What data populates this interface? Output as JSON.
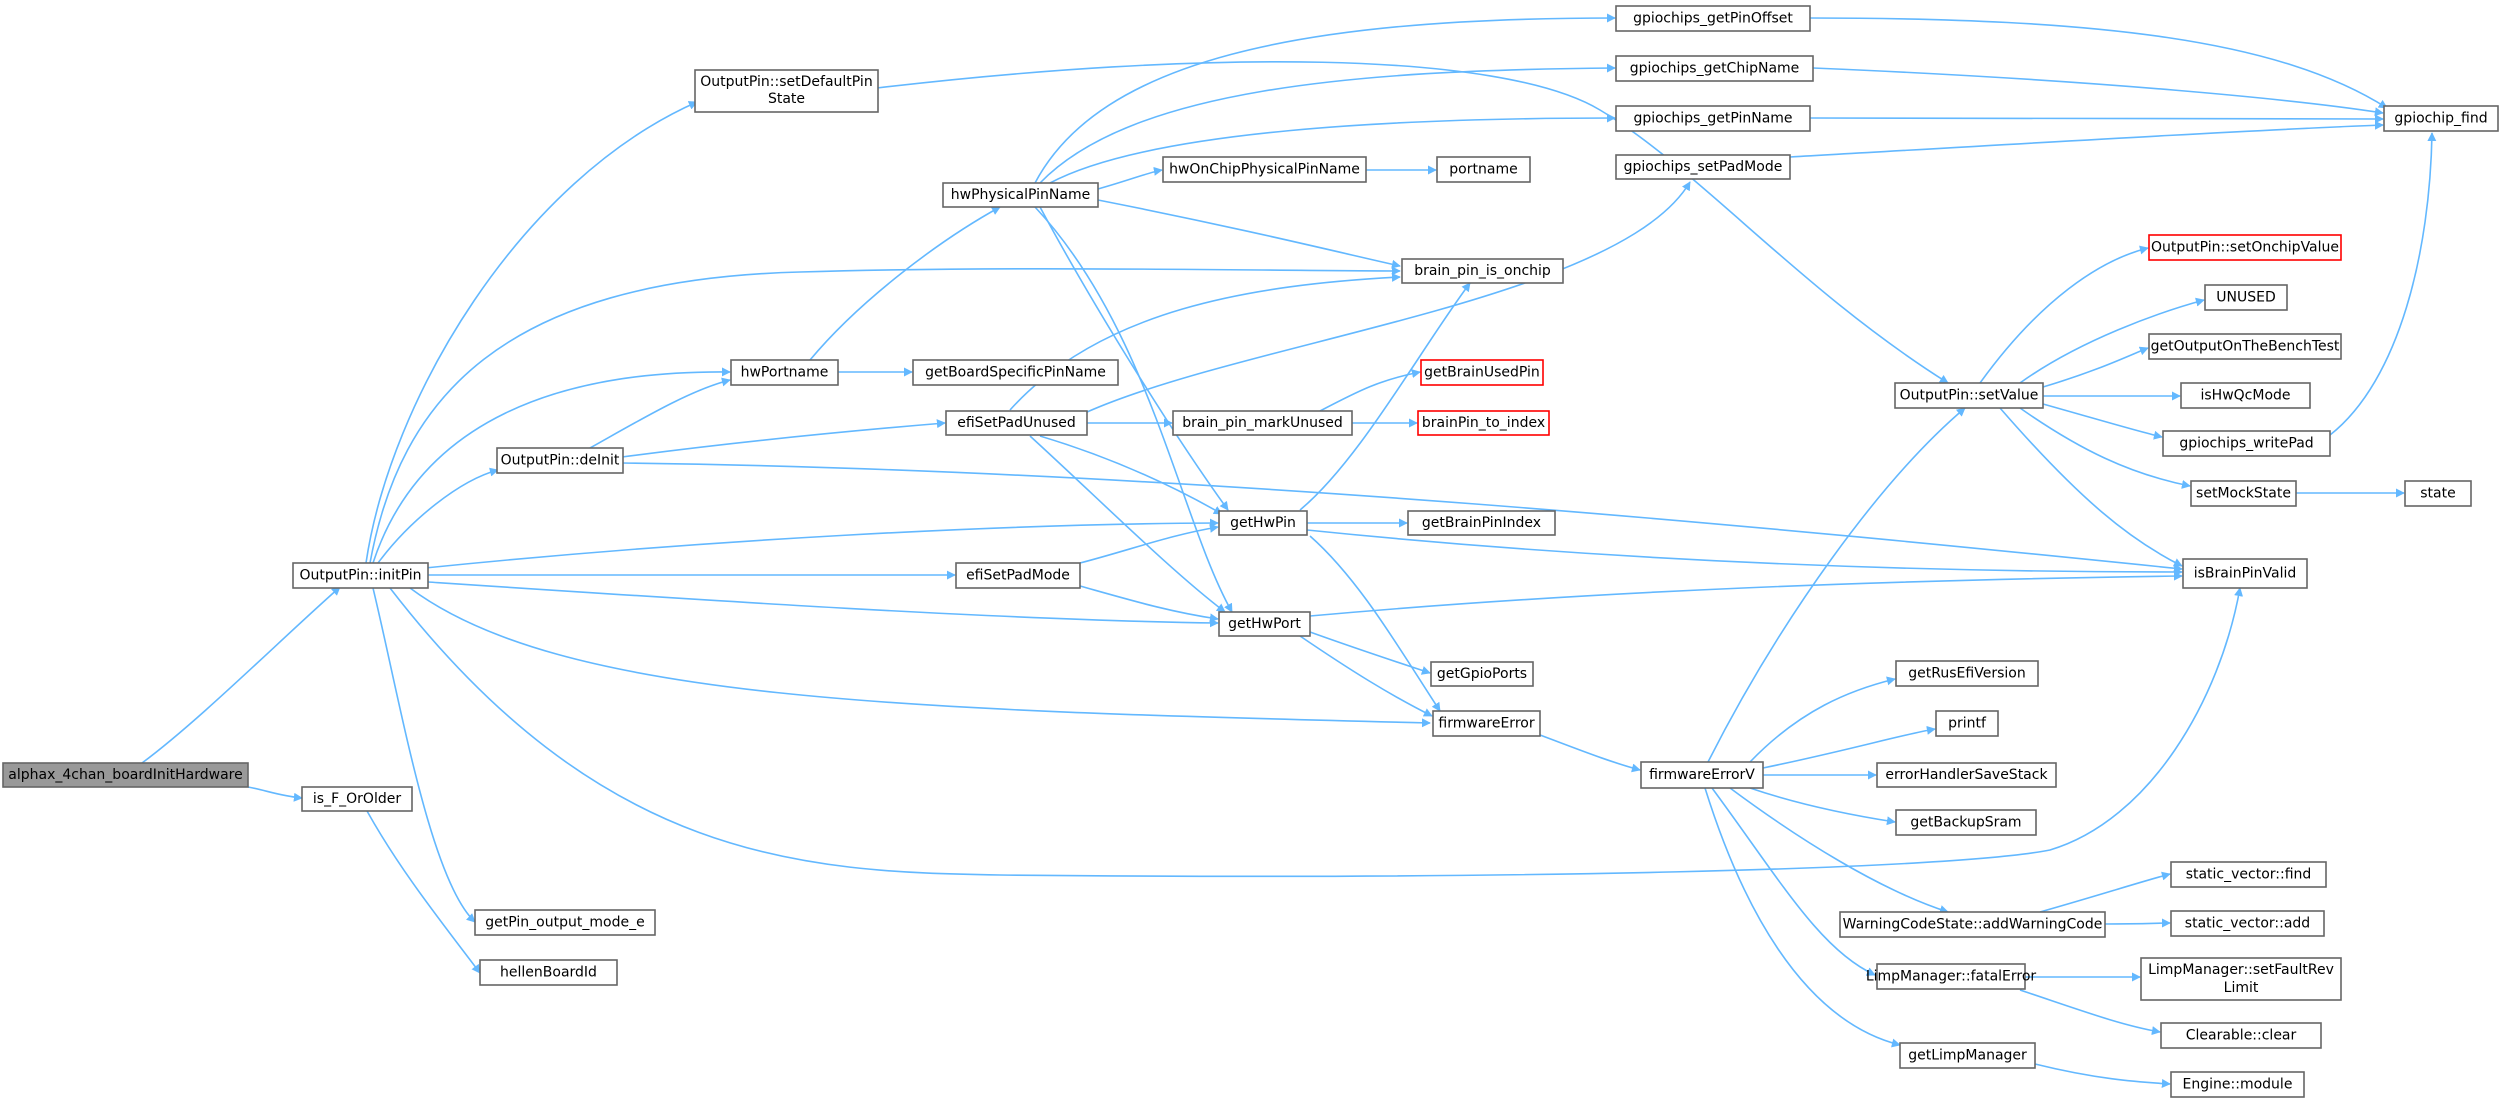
{
  "title": "alphax_4chan_boardInitHardware call graph",
  "colors": {
    "edge": "#63b8ff",
    "node_border": "#666666",
    "root_fill": "#999999",
    "warning_border": "#ff0000"
  },
  "nodes": {
    "root": [
      "alphax_4chan_boardInitHardware"
    ],
    "initPin": [
      "OutputPin::initPin"
    ],
    "isFOrOlder": [
      "is_F_OrOlder"
    ],
    "hellenBoardId": [
      "hellenBoardId"
    ],
    "getPinOutputMode": [
      "getPin_output_mode_e"
    ],
    "setDefaultPinState": [
      "OutputPin::setDefaultPin",
      "State"
    ],
    "deInit": [
      "OutputPin::deInit"
    ],
    "hwPortname": [
      "hwPortname"
    ],
    "getBoardSpecificPinName": [
      "getBoardSpecificPinName"
    ],
    "hwPhysicalPinName": [
      "hwPhysicalPinName"
    ],
    "hwOnChipPhysicalPinName": [
      "hwOnChipPhysicalPinName"
    ],
    "portname": [
      "portname"
    ],
    "efiSetPadUnused": [
      "efiSetPadUnused"
    ],
    "brainPinMarkUnused": [
      "brain_pin_markUnused"
    ],
    "efiSetPadMode": [
      "efiSetPadMode"
    ],
    "getHwPin": [
      "getHwPin"
    ],
    "getHwPort": [
      "getHwPort"
    ],
    "getBrainPinIndex": [
      "getBrainPinIndex"
    ],
    "getGpioPorts": [
      "getGpioPorts"
    ],
    "brainPinIsOnchip": [
      "brain_pin_is_onchip"
    ],
    "getBrainUsedPin": [
      "getBrainUsedPin"
    ],
    "brainPinToIndex": [
      "brainPin_to_index"
    ],
    "firmwareError": [
      "firmwareError"
    ],
    "firmwareErrorV": [
      "firmwareErrorV"
    ],
    "getPinOffset": [
      "gpiochips_getPinOffset"
    ],
    "getChipName": [
      "gpiochips_getChipName"
    ],
    "getPinName": [
      "gpiochips_getPinName"
    ],
    "setPadMode": [
      "gpiochips_setPadMode"
    ],
    "gpiochipFind": [
      "gpiochip_find"
    ],
    "setValue": [
      "OutputPin::setValue"
    ],
    "setOnchipValue": [
      "OutputPin::setOnchipValue"
    ],
    "unused": [
      "UNUSED"
    ],
    "getOutputOnTheBenchTest": [
      "getOutputOnTheBenchTest"
    ],
    "isHwQcMode": [
      "isHwQcMode"
    ],
    "writePad": [
      "gpiochips_writePad"
    ],
    "setMockState": [
      "setMockState"
    ],
    "state": [
      "state"
    ],
    "isBrainPinValid": [
      "isBrainPinValid"
    ],
    "getRusEfiVersion": [
      "getRusEfiVersion"
    ],
    "printf": [
      "printf"
    ],
    "errorHandlerSaveStack": [
      "errorHandlerSaveStack"
    ],
    "getBackupSram": [
      "getBackupSram"
    ],
    "addWarningCode": [
      "WarningCodeState::addWarningCode"
    ],
    "vectorFind": [
      "static_vector::find"
    ],
    "vectorAdd": [
      "static_vector::add"
    ],
    "fatalError": [
      "LimpManager::fatalError"
    ],
    "setFaultRevLimit": [
      "LimpManager::setFaultRev",
      "Limit"
    ],
    "clearableClear": [
      "Clearable::clear"
    ],
    "getLimpManager": [
      "getLimpManager"
    ],
    "engineModule": [
      "Engine::module"
    ]
  }
}
